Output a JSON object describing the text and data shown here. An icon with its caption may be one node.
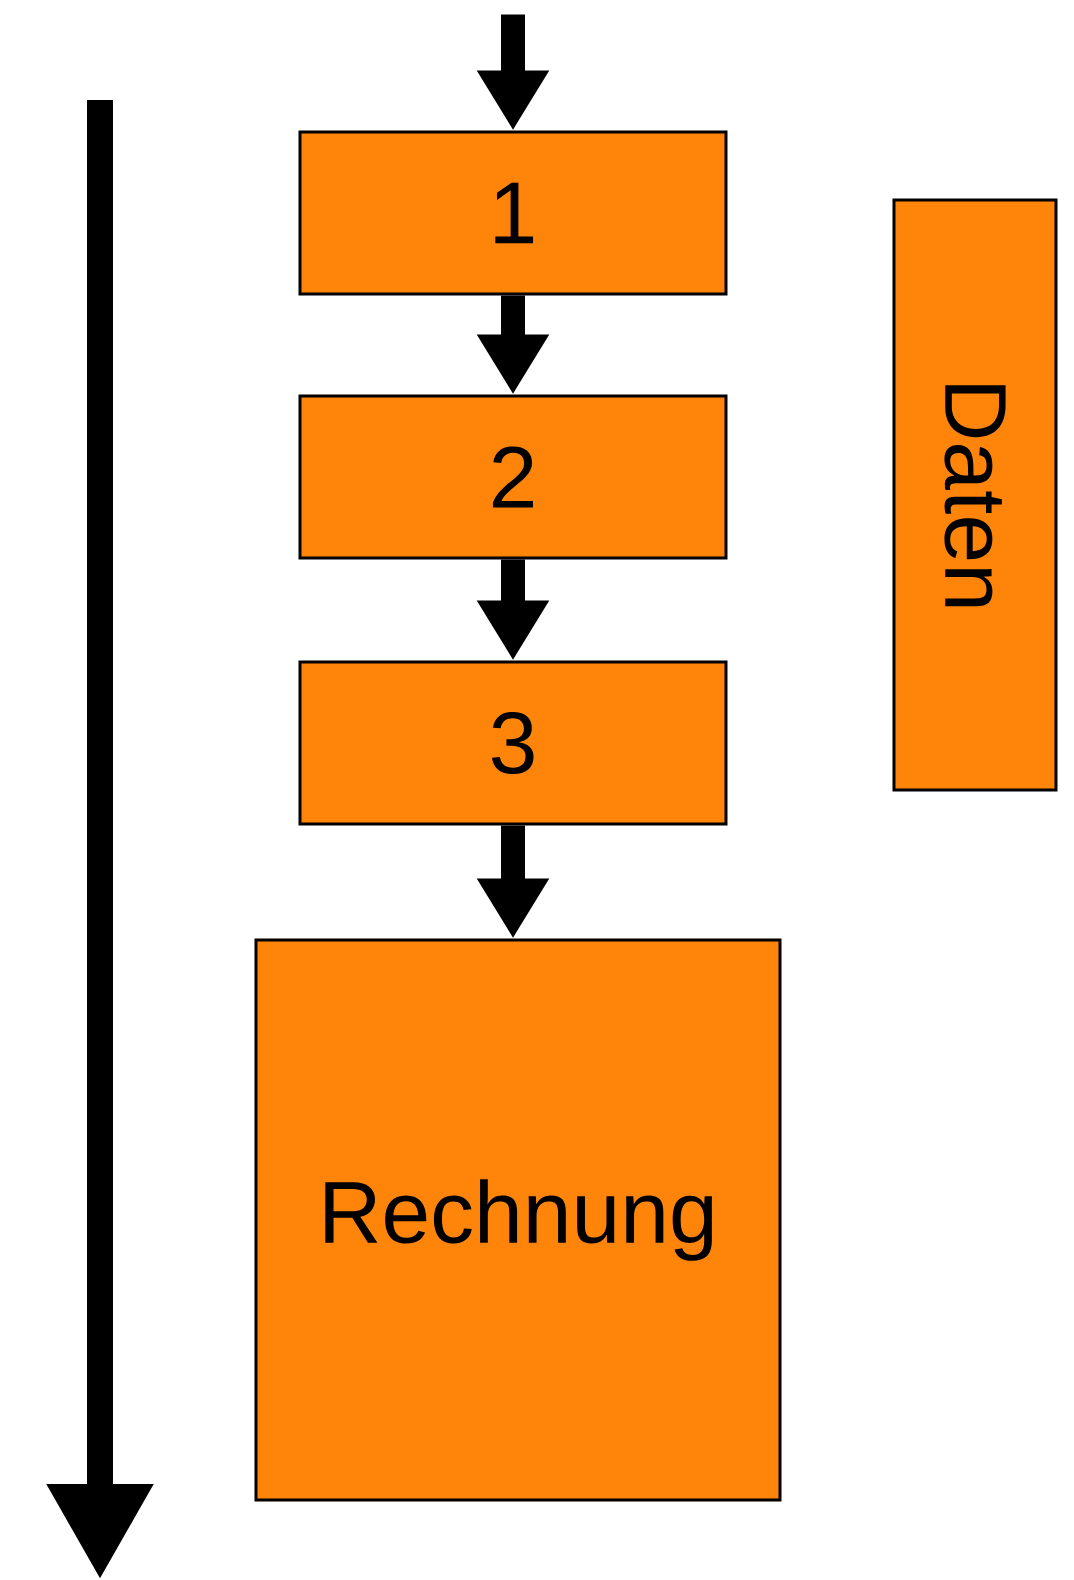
{
  "diagram": {
    "nodes": [
      {
        "text": [
          "1"
        ]
      },
      {
        "text": [
          "2"
        ]
      },
      {
        "text": [
          "3"
        ]
      },
      {
        "text": [
          "Rechnung"
        ]
      },
      {
        "text": [
          "Daten"
        ]
      }
    ],
    "edges": [
      {
        "from": null,
        "to": 0,
        "arrow": "to"
      },
      {
        "from": 0,
        "to": 1,
        "arrow": "to"
      },
      {
        "from": 1,
        "to": 2,
        "arrow": "to"
      },
      {
        "from": 2,
        "to": 3,
        "arrow": "to"
      }
    ]
  }
}
